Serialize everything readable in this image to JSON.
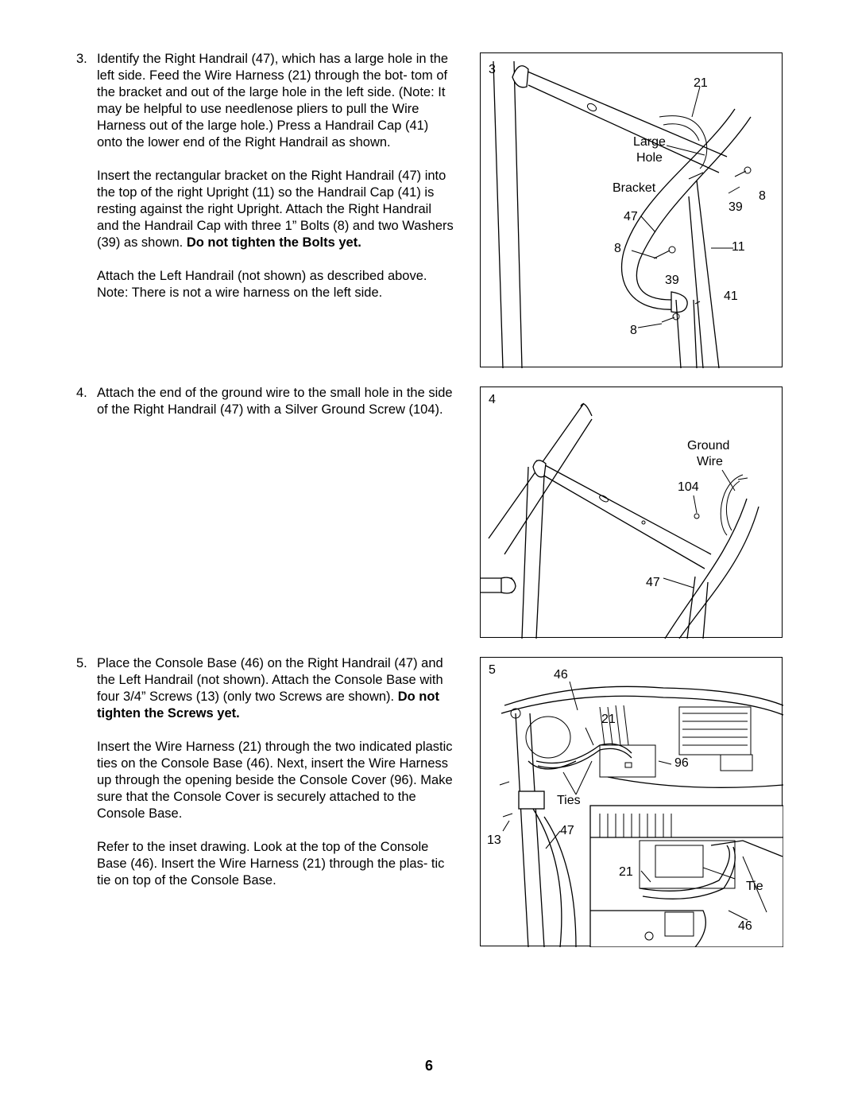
{
  "steps": [
    {
      "number": "3.",
      "paragraphs": [
        {
          "text": "Identify the Right Handrail (47), which has a large hole in the left side. Feed the Wire Harness (21) through the bot- tom of the bracket and out of the large hole in the left side. (Note: It may be helpful to use needlenose pliers to pull the Wire Harness out of the large hole.) Press a Handrail Cap (41) onto the lower end of the Right Handrail as shown.",
          "bold": ""
        },
        {
          "text": "Insert the rectangular bracket on the Right Handrail (47) into the top of the right Upright (11) so the Handrail Cap (41) is resting against the right Upright. Attach the Right Handrail and the Handrail Cap with three 1” Bolts (8) and two Washers (39) as shown. ",
          "bold": "Do not tighten the Bolts yet."
        },
        {
          "text": "Attach the Left Handrail (not shown) as described above. Note: There is not a wire harness on the left side.",
          "bold": ""
        }
      ]
    },
    {
      "number": "4.",
      "paragraphs": [
        {
          "text": "Attach the end of the ground wire to the small hole in the side of the Right Handrail (47) with a Silver Ground Screw (104).",
          "bold": ""
        }
      ]
    },
    {
      "number": "5.",
      "paragraphs": [
        {
          "text": "Place the Console Base (46) on the Right Handrail (47) and the Left Handrail (not shown). Attach the Console Base with four 3/4” Screws (13) (only two Screws are shown). ",
          "bold": "Do not tighten the Screws yet."
        },
        {
          "text": "Insert the Wire Harness (21) through the two indicated plastic ties on the Console Base (46). Next, insert the Wire Harness up through the opening beside the Console Cover (96). Make sure that the Console Cover is securely attached to the Console Base.",
          "bold": ""
        },
        {
          "text": "Refer to the inset drawing. Look at the top of the Console Base (46). Insert the Wire Harness (21) through the plas- tic tie on top of the Console Base.",
          "bold": ""
        }
      ]
    }
  ],
  "figures": {
    "fig3": {
      "number": "3",
      "labels": [
        "21",
        "Large",
        "Hole",
        "Bracket",
        "8",
        "39",
        "47",
        "8",
        "11",
        "39",
        "41",
        "8"
      ]
    },
    "fig4": {
      "number": "4",
      "labels": [
        "Ground",
        "Wire",
        "104",
        "47"
      ]
    },
    "fig5": {
      "number": "5",
      "labels": [
        "46",
        "21",
        "96",
        "Ties",
        "47",
        "13",
        "21",
        "Tie",
        "46"
      ]
    }
  },
  "page_number": "6"
}
